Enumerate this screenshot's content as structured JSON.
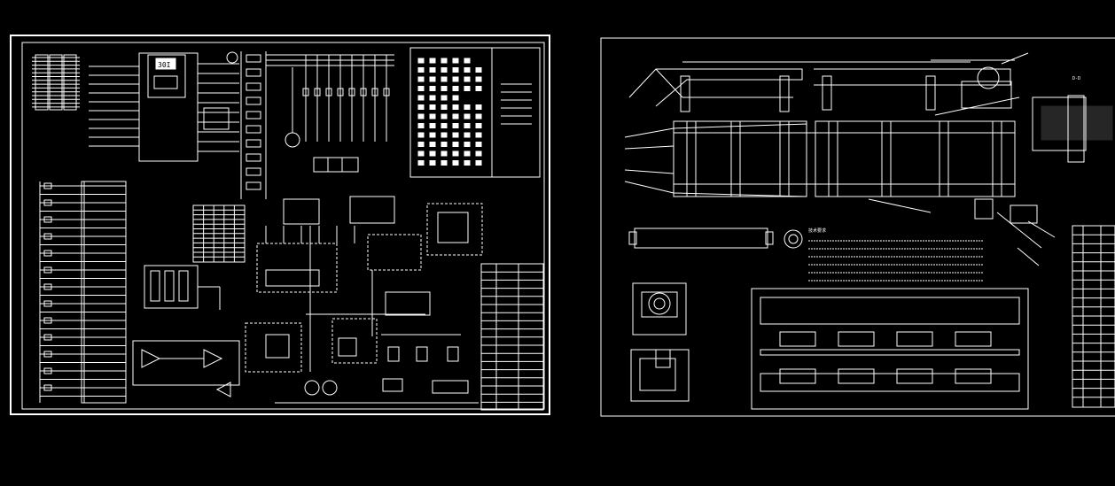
{
  "colors": {
    "background": "#000000",
    "line": "#ffffff"
  },
  "sheet_left": {
    "display_label": "30I",
    "detail_text": "",
    "parts_table_rows": 18
  },
  "sheet_right": {
    "section_label": "D-D",
    "notes_heading": "技术要求",
    "notes_lines": 6,
    "parts_table_rows": 20
  }
}
